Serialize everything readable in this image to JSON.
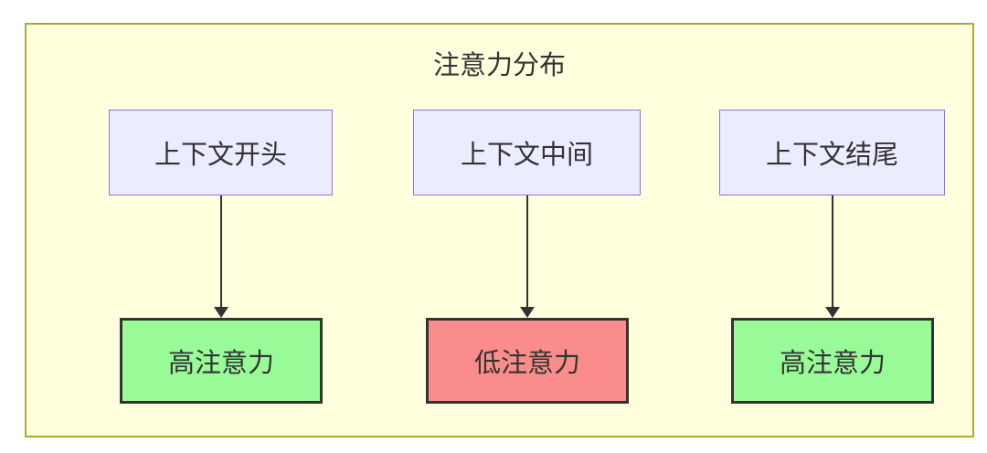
{
  "diagram": {
    "type": "flowchart",
    "title": "注意力分布",
    "colors": {
      "container_bg": "#ffffde",
      "container_border": "#aaaa33",
      "context_node_bg": "#ececff",
      "context_node_border": "#9370db",
      "high_attention_bg": "#98fb98",
      "low_attention_bg": "#fa8c8c",
      "result_node_border": "#333333",
      "arrow": "#333333",
      "text": "#333333"
    },
    "columns": [
      {
        "source": "上下文开头",
        "target": "高注意力",
        "level": "high"
      },
      {
        "source": "上下文中间",
        "target": "低注意力",
        "level": "low"
      },
      {
        "source": "上下文结尾",
        "target": "高注意力",
        "level": "high"
      }
    ],
    "edges": [
      {
        "from": "上下文开头",
        "to": "高注意力"
      },
      {
        "from": "上下文中间",
        "to": "低注意力"
      },
      {
        "from": "上下文结尾",
        "to": "高注意力"
      }
    ]
  }
}
